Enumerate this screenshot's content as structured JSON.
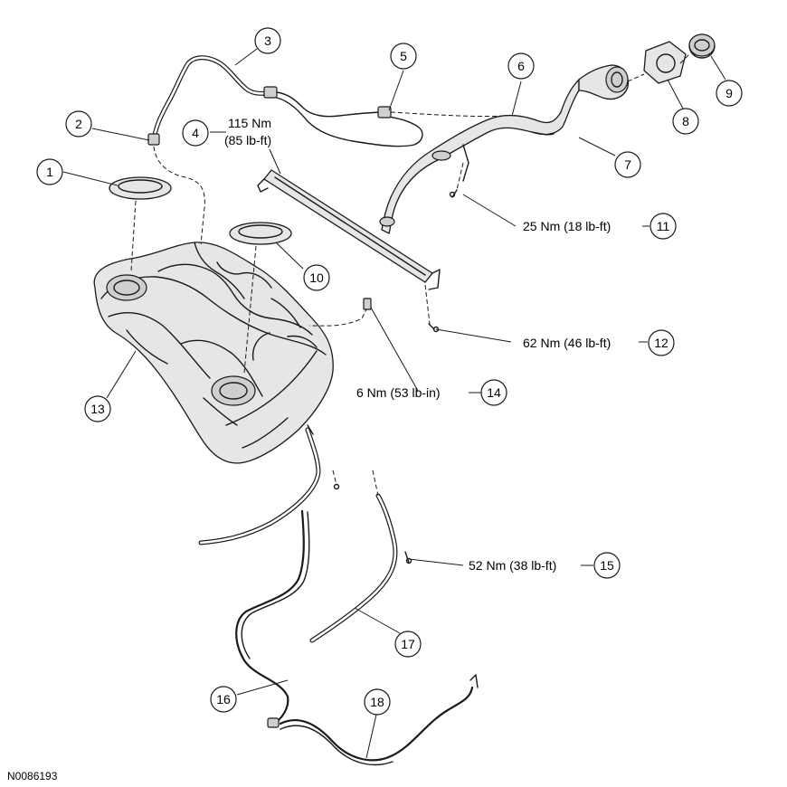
{
  "figure": {
    "id": "N0086193"
  },
  "callouts": [
    {
      "num": "1"
    },
    {
      "num": "2"
    },
    {
      "num": "3"
    },
    {
      "num": "4"
    },
    {
      "num": "5"
    },
    {
      "num": "6"
    },
    {
      "num": "7"
    },
    {
      "num": "8"
    },
    {
      "num": "9"
    },
    {
      "num": "10"
    },
    {
      "num": "11"
    },
    {
      "num": "12"
    },
    {
      "num": "13"
    },
    {
      "num": "14"
    },
    {
      "num": "15"
    },
    {
      "num": "16"
    },
    {
      "num": "17"
    },
    {
      "num": "18"
    }
  ],
  "torques": {
    "t4_line1": "115 Nm",
    "t4_line2": "(85 lb-ft)",
    "t11": "25 Nm (18 lb-ft)",
    "t12": "62 Nm (46 lb-ft)",
    "t14": "6 Nm (53 lb-in)",
    "t15": "52 Nm (38 lb-ft)"
  }
}
